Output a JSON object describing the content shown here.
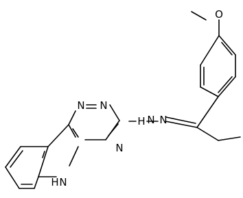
{
  "atom_labels": {
    "methoxy_oxygen": "O",
    "triazine_n1": "N",
    "triazine_n2": "N",
    "triazine_n4": "N",
    "hydrazone_n1": "N",
    "hydrazone_n2": "N",
    "indole_nh": "N",
    "hydrazone_h": "H",
    "indole_h": "H"
  }
}
